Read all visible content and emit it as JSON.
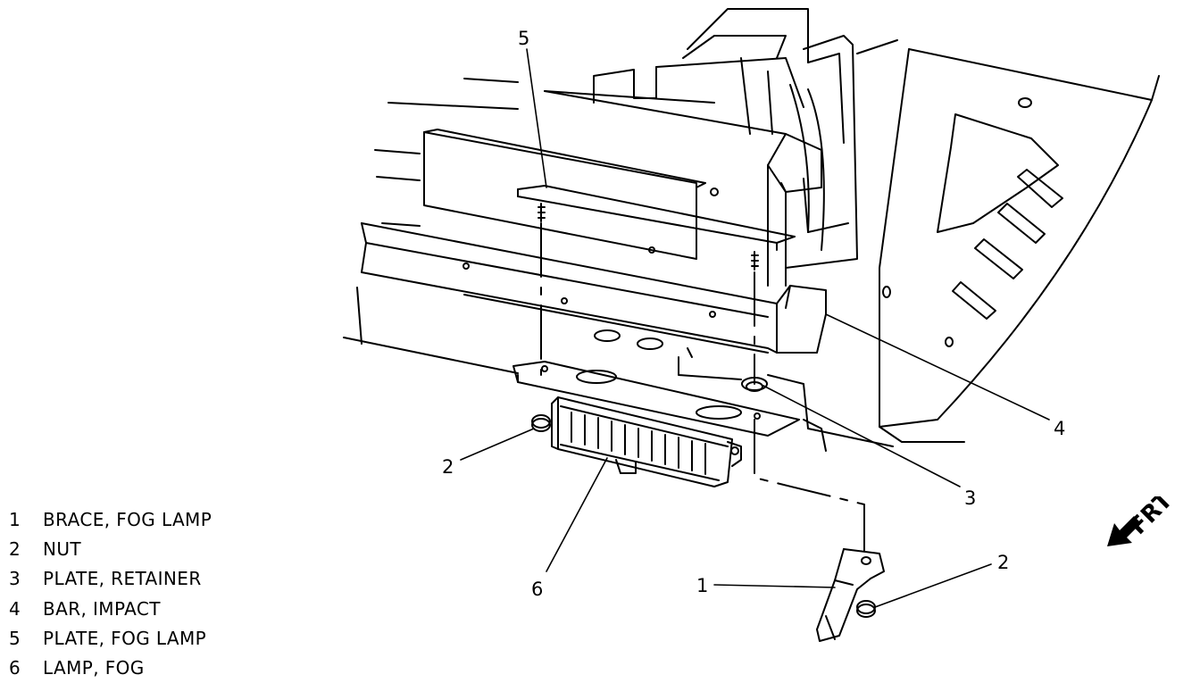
{
  "callouts": [
    {
      "id": "c5",
      "text": "5"
    },
    {
      "id": "c4",
      "text": "4"
    },
    {
      "id": "c3",
      "text": "3"
    },
    {
      "id": "c2a",
      "text": "2"
    },
    {
      "id": "c2b",
      "text": "2"
    },
    {
      "id": "c6",
      "text": "6"
    },
    {
      "id": "c1",
      "text": "1"
    }
  ],
  "legend": [
    {
      "num": "1",
      "label": "BRACE, FOG LAMP"
    },
    {
      "num": "2",
      "label": "NUT"
    },
    {
      "num": "3",
      "label": "PLATE, RETAINER"
    },
    {
      "num": "4",
      "label": "BAR, IMPACT"
    },
    {
      "num": "5",
      "label": "PLATE, FOG LAMP"
    },
    {
      "num": "6",
      "label": "LAMP, FOG"
    }
  ],
  "direction": {
    "label": "FRT",
    "icon": "arrow-left-down-icon"
  },
  "colors": {
    "line": "#000000",
    "background": "#ffffff"
  }
}
